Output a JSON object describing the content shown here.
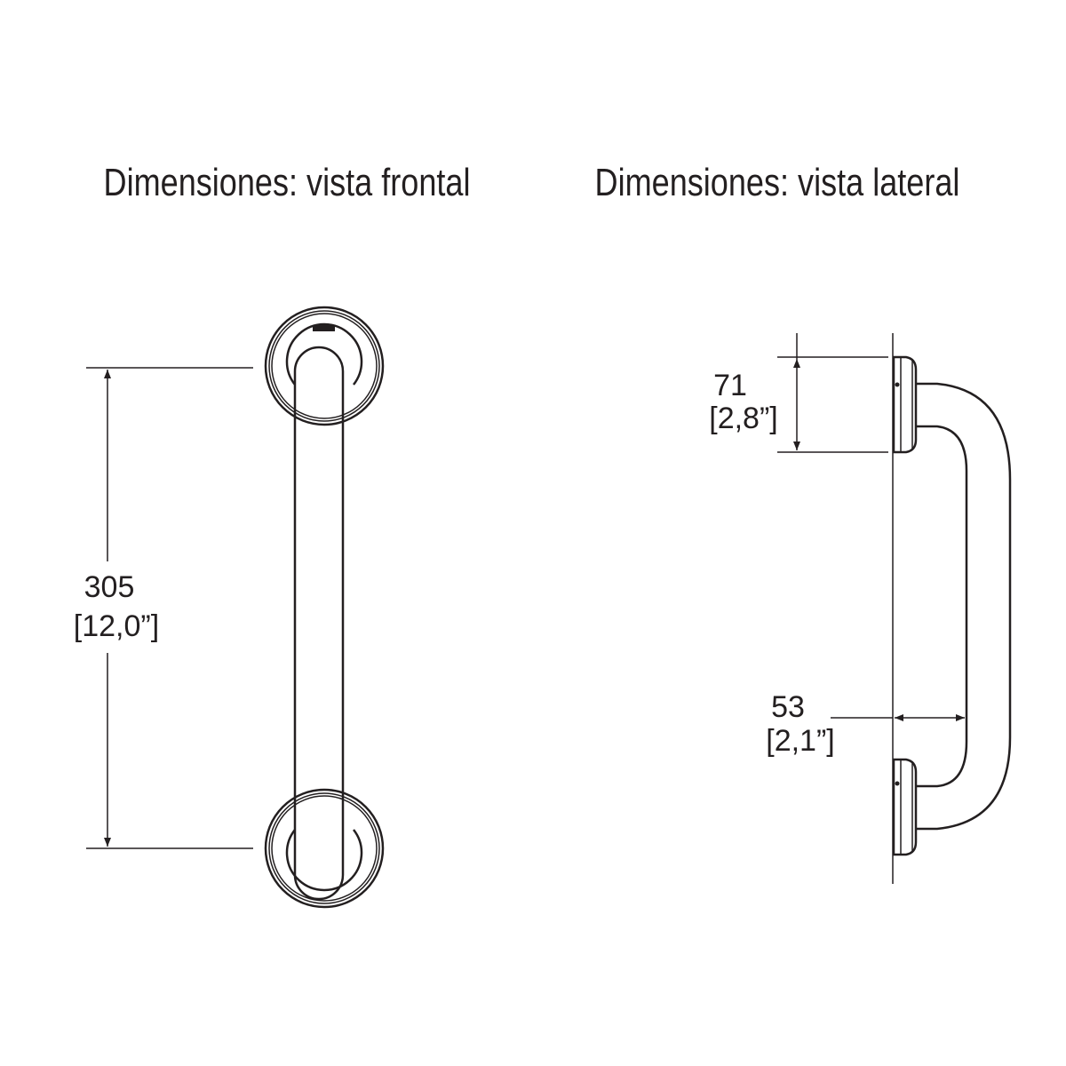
{
  "titles": {
    "front": "Dimensiones: vista frontal",
    "side": "Dimensiones: vista lateral"
  },
  "dimensions": {
    "length_mm": "305",
    "length_in": "[12,0”]",
    "flange_mm": "71",
    "flange_in": "[2,8”]",
    "projection_mm": "53",
    "projection_in": "[2,1”]"
  },
  "colors": {
    "line": "#231f20",
    "background": "#ffffff"
  }
}
